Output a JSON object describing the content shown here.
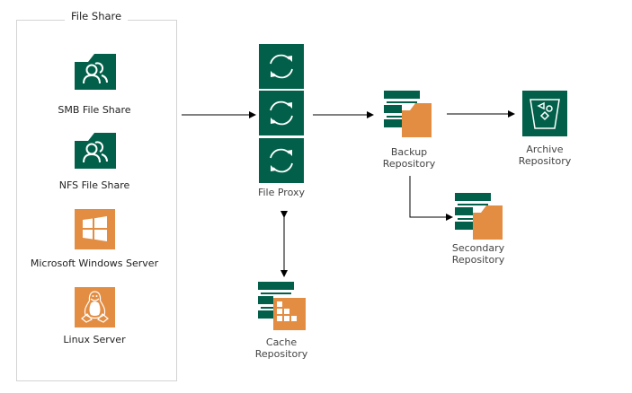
{
  "colors": {
    "green": "#02604a",
    "orange": "#e38d43",
    "border": "#d4d4d4",
    "arrow": "#000000"
  },
  "group": {
    "title": "File Share",
    "items": [
      {
        "label": "SMB File Share",
        "icon": "smb-share-icon"
      },
      {
        "label": "NFS File Share",
        "icon": "nfs-share-icon"
      },
      {
        "label": "Microsoft Windows Server",
        "icon": "windows-icon"
      },
      {
        "label": "Linux Server",
        "icon": "linux-tux-icon"
      }
    ]
  },
  "proxy": {
    "label": "File Proxy",
    "icon": "sync-arrows-icon",
    "count": 3
  },
  "cache": {
    "line1": "Cache",
    "line2": "Repository"
  },
  "backup": {
    "line1": "Backup",
    "line2": "Repository"
  },
  "archive": {
    "line1": "Archive",
    "line2": "Repository"
  },
  "secondary": {
    "line1": "Secondary",
    "line2": "Repository"
  }
}
